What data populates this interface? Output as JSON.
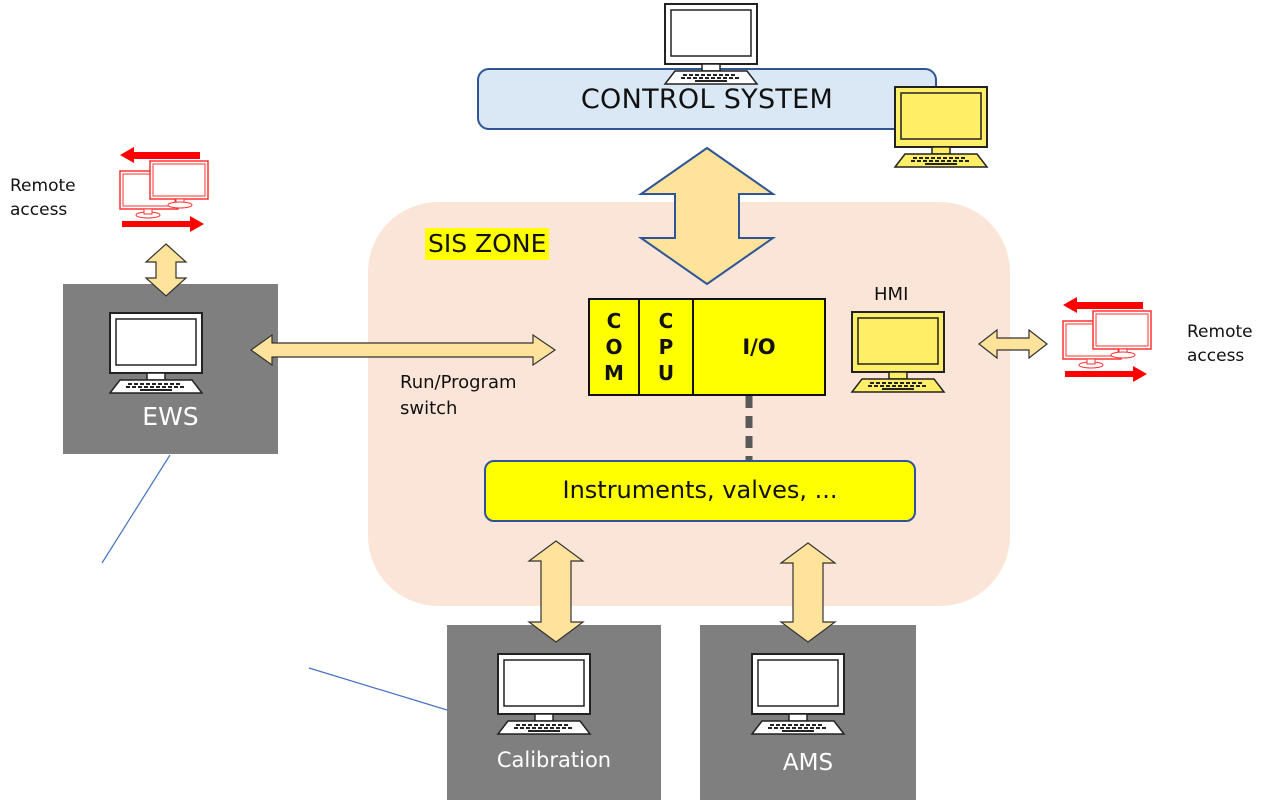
{
  "diagram": {
    "control_system": {
      "label": "CONTROL SYSTEM"
    },
    "sis_zone": {
      "label": "SIS ZONE"
    },
    "modules": [
      {
        "id": "com",
        "letters": [
          "C",
          "O",
          "M"
        ]
      },
      {
        "id": "cpu",
        "letters": [
          "C",
          "P",
          "U"
        ]
      },
      {
        "id": "io",
        "label": "I/O"
      }
    ],
    "field_devices": {
      "label": "Instruments, valves, ..."
    },
    "hmi": {
      "label": "HMI"
    },
    "ews": {
      "label": "EWS"
    },
    "calibration": {
      "label": "Calibration"
    },
    "ams": {
      "label": "AMS"
    },
    "run_program_switch": {
      "line1": "Run/Program",
      "line2": "switch"
    },
    "remote_access_left": {
      "line1": "Remote",
      "line2": "access"
    },
    "remote_access_right": {
      "line1": "Remote",
      "line2": "access"
    },
    "colors": {
      "sis_zone_fill": "#fbe5d8",
      "control_fill": "#dae7f4",
      "outline_blue": "#2f5597",
      "module_yellow": "#ffff00",
      "hmi_yellow": "#ffee66",
      "arrow_fill": "#ffe39a",
      "workstation_gray": "#7f7f7f",
      "remote_red": "#ff0000"
    }
  }
}
